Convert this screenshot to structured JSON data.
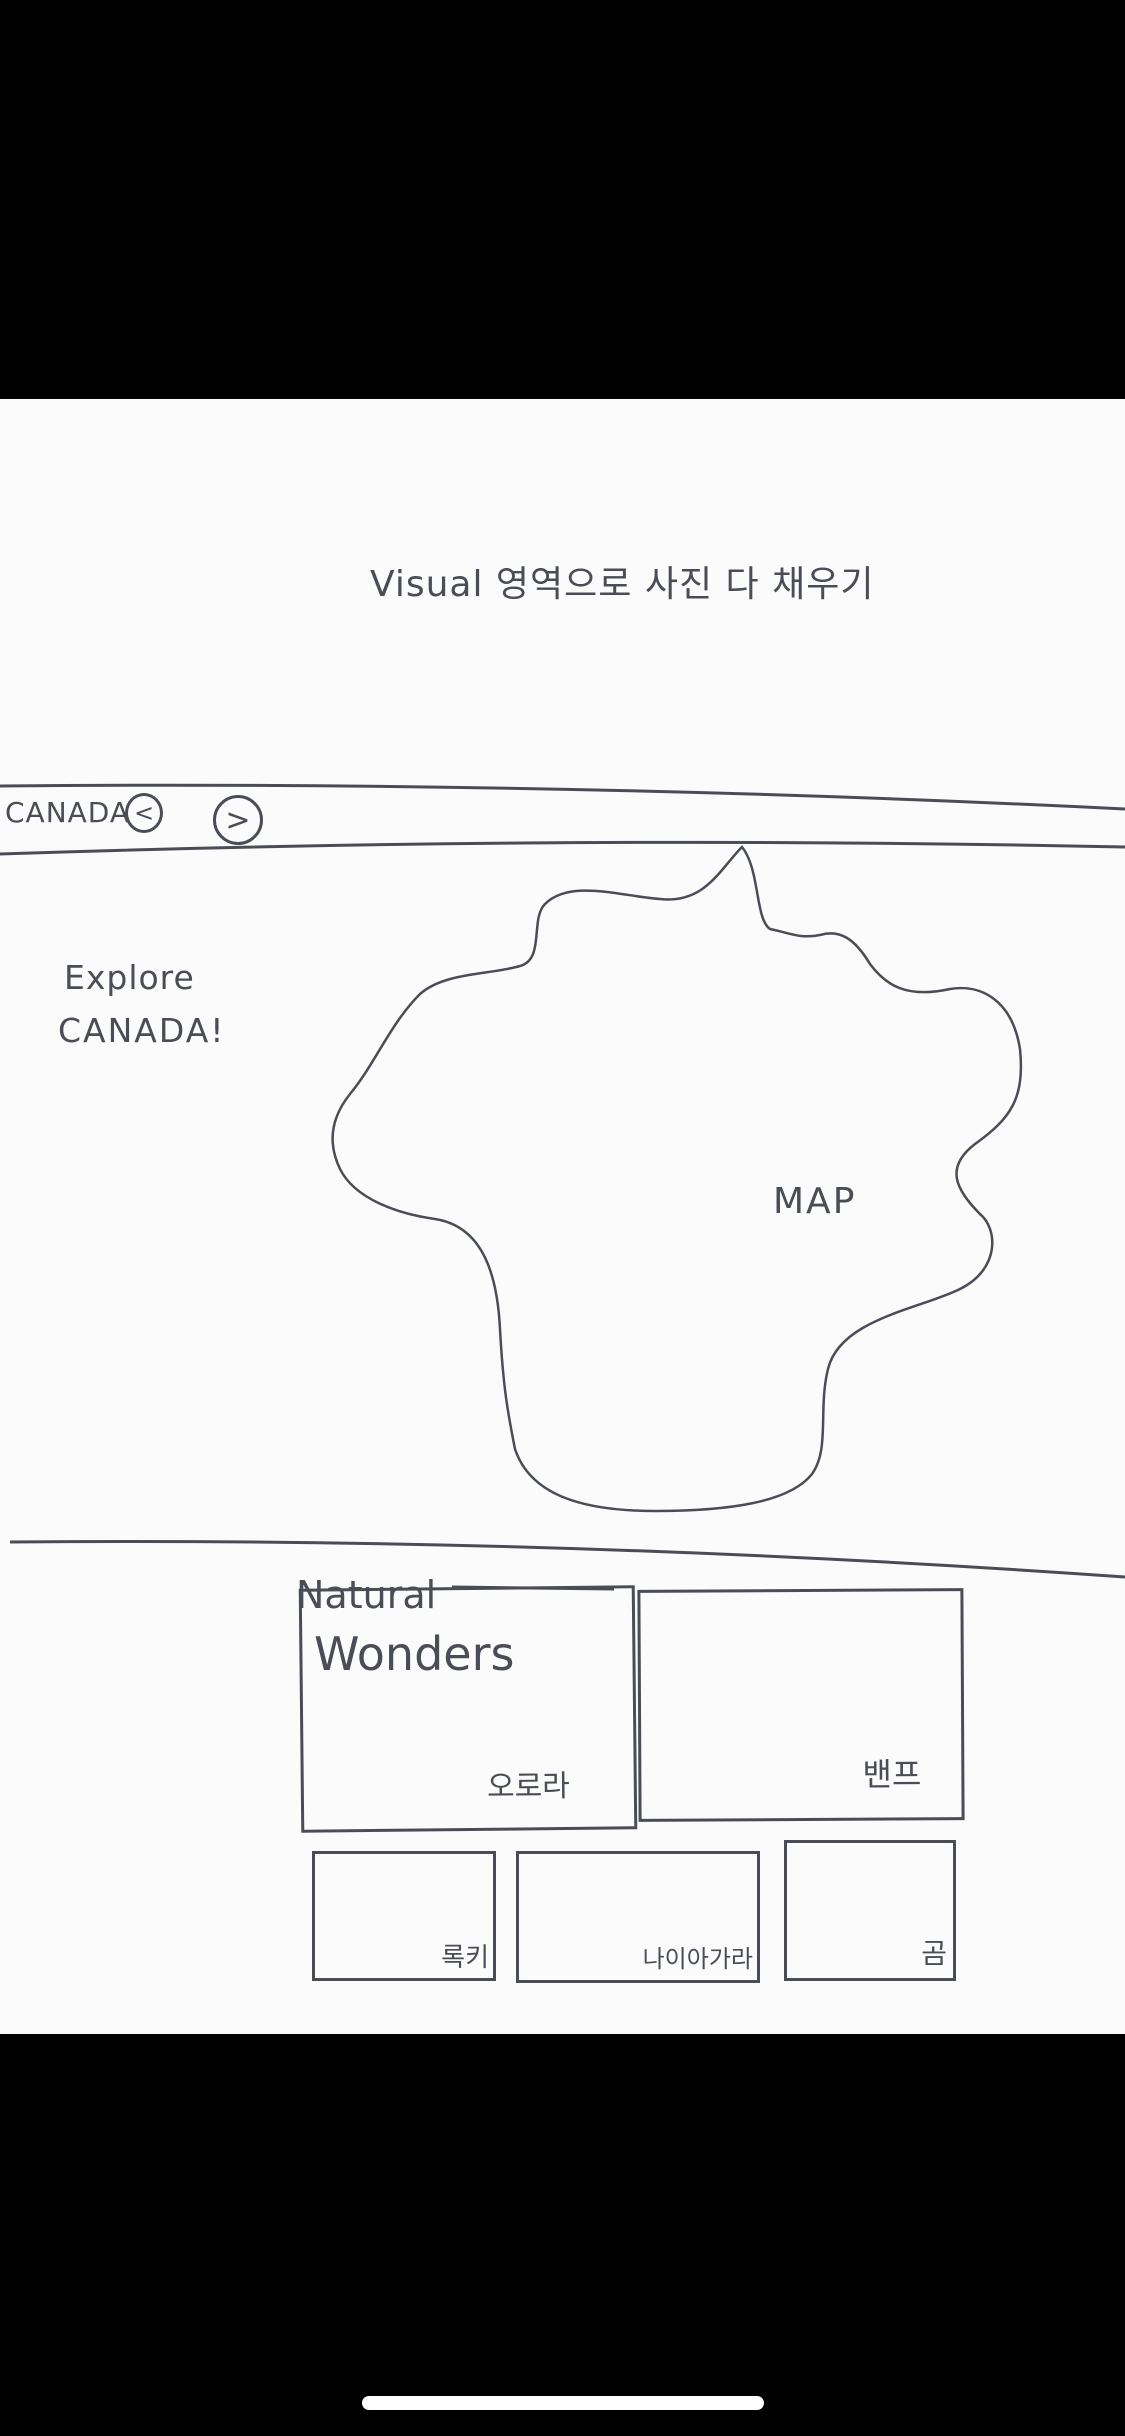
{
  "header": {
    "visual_note": "Visual 영역으로 사진 다 채우기"
  },
  "nav": {
    "title": "CANADA",
    "prev_icon": "chevron-left-icon",
    "next_icon": "chevron-right-icon",
    "prev_glyph": "<",
    "next_glyph": ">"
  },
  "hero": {
    "explore_line1": "Explore",
    "explore_line2": "CANADA!",
    "map_label": "MAP"
  },
  "section": {
    "title_line1": "Natural",
    "title_line2": "Wonders",
    "cards": [
      {
        "label": "오로라"
      },
      {
        "label": "밴프"
      },
      {
        "label": "록키"
      },
      {
        "label": "나이아가라"
      },
      {
        "label": "곰"
      }
    ]
  },
  "colors": {
    "ink": "#4a4d55",
    "paper": "#fbfbfb",
    "background": "#000000"
  }
}
